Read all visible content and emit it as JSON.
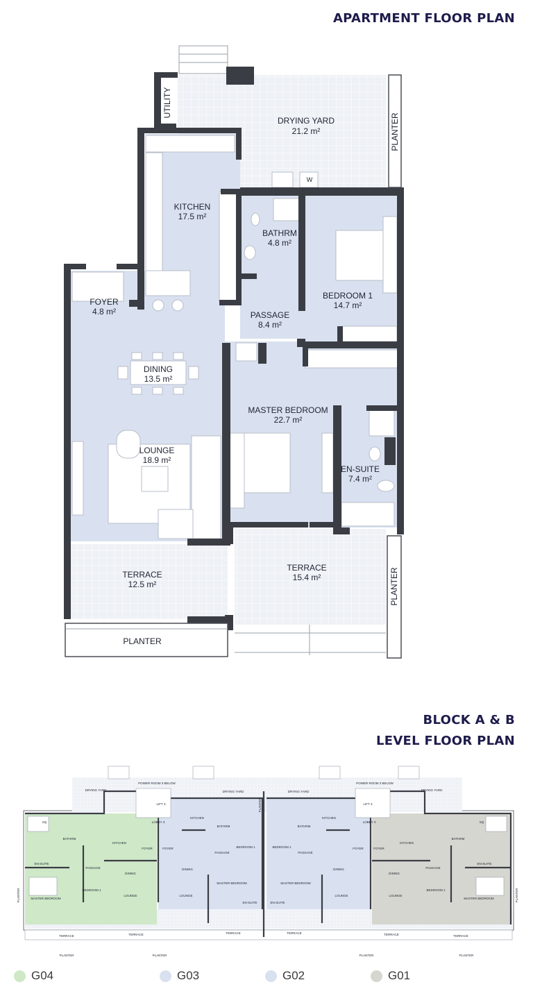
{
  "titles": {
    "apartment": "APARTMENT FLOOR PLAN",
    "block_line1": "BLOCK A & B",
    "block_line2": "LEVEL FLOOR PLAN"
  },
  "rooms": {
    "utility": "UTILITY",
    "drying_yard": "DRYING YARD",
    "drying_yard_area": "21.2 m²",
    "planter_top": "PLANTER",
    "kitchen": "KITCHEN",
    "kitchen_area": "17.5 m²",
    "bathrm": "BATHRM",
    "bathrm_area": "4.8 m²",
    "foyer": "FOYER",
    "foyer_area": "4.8 m²",
    "bedroom1": "BEDROOM 1",
    "bedroom1_area": "14.7 m²",
    "passage": "PASSAGE",
    "passage_area": "8.4 m²",
    "dining": "DINING",
    "dining_area": "13.5 m²",
    "master": "MASTER BEDROOM",
    "master_area": "22.7 m²",
    "lounge": "LOUNGE",
    "lounge_area": "18.9 m²",
    "ensuite": "EN-SUITE",
    "ensuite_area": "7.4 m²",
    "terrace_left": "TERRACE",
    "terrace_left_area": "12.5 m²",
    "terrace_right": "TERRACE",
    "terrace_right_area": "15.4 m²",
    "planter_right": "PLANTER",
    "planter_bottom": "PLANTER",
    "washer": "W"
  },
  "level_plan": {
    "power_room": "POWER ROOM 3 BELOW",
    "lift": "LIFT 3",
    "lobby": "LOBBY 3",
    "drying_yard": "DRYING YARD",
    "kitchen": "KITCHEN",
    "foyer": "FOYER",
    "passage": "PASSAGE",
    "bathrm": "BATHRM",
    "bedroom1": "BEDROOM 1",
    "dining": "DINING",
    "lounge": "LOUNGE",
    "master": "MASTER BEDROOM",
    "ensuite": "EN-SUITE",
    "terrace": "TERRACE",
    "planter": "PLANTER",
    "sq": "SQ"
  },
  "legend": [
    {
      "label": "G04",
      "color": "#cfe8c8"
    },
    {
      "label": "G03",
      "color": "#d9e1f0"
    },
    {
      "label": "G02",
      "color": "#d9e1f0"
    },
    {
      "label": "G01",
      "color": "#d6d6d0"
    }
  ],
  "colors": {
    "room_fill": "#d9e1f0",
    "outdoor_fill": "#eef1f6",
    "wall": "#3a3d44",
    "title": "#1e1b4b",
    "g04": "#cfe8c8",
    "g03": "#d9e1f0",
    "g02": "#d9e1f0",
    "g01": "#d6d6d0"
  }
}
